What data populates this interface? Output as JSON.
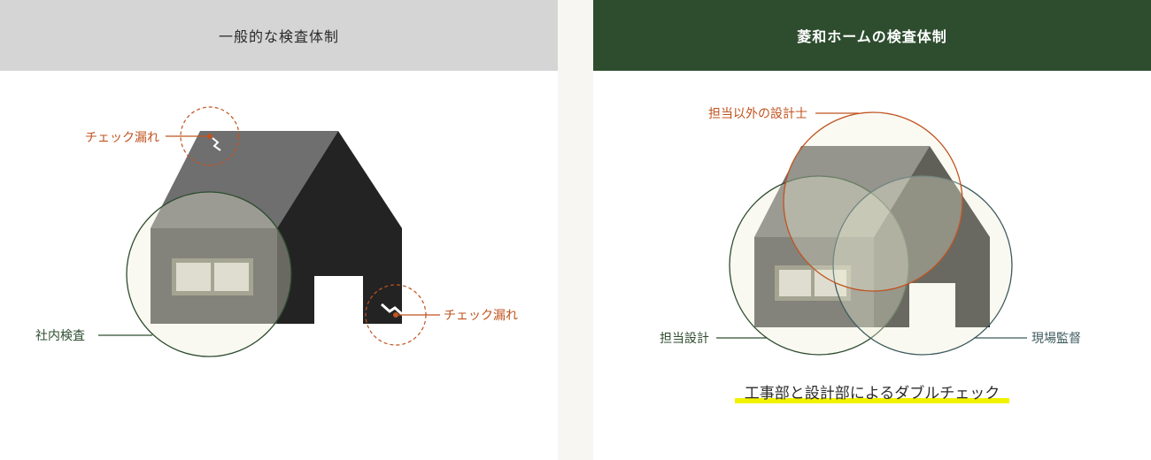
{
  "left_panel": {
    "title": "一般的な検査体制",
    "labels": {
      "missed_check_top": "チェック漏れ",
      "missed_check_bottom": "チェック漏れ",
      "internal_inspection": "社内検査"
    }
  },
  "right_panel": {
    "title": "菱和ホームの検査体制",
    "labels": {
      "other_architect": "担当以外の設計士",
      "assigned_design": "担当設計",
      "site_supervisor": "現場監督"
    },
    "caption": "工事部と設計部によるダブルチェック"
  },
  "colors": {
    "accent_orange": "#c0531f",
    "dark_green": "#2e4d2f",
    "slate_blue": "#3d5a5e",
    "highlight_yellow": "#f2f200"
  }
}
